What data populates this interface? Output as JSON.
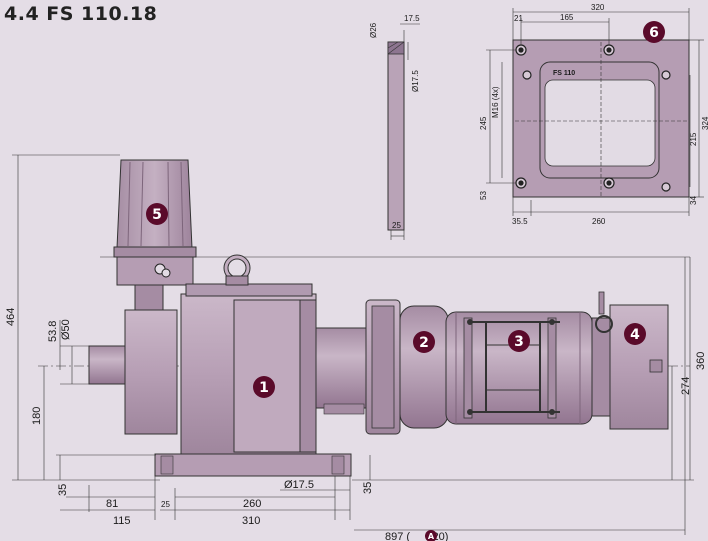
{
  "title": "4.4  FS 110.18",
  "colors": {
    "background": "#e4dde6",
    "body": "#b79fb5",
    "body_dark": "#9b8199",
    "body_light": "#c8b4c6",
    "line": "#333333",
    "badge": "#5a0a2a"
  },
  "plate": {
    "marking": "FS 110"
  },
  "callouts": [
    "1",
    "2",
    "3",
    "4",
    "5",
    "6",
    "A"
  ],
  "dims": {
    "plate_w": "320",
    "plate_hole_x": "165",
    "plate_edge_x": "21",
    "plate_h_right": "324",
    "plate_h_inner": "215",
    "plate_bottom_r": "34",
    "plate_left_h": "245",
    "plate_thread": "M16 (4x)",
    "plate_left_bottom": "53",
    "plate_bottom_l": "35.5",
    "plate_bottom_w": "260",
    "side_d26": "Ø26",
    "side_175": "17.5",
    "side_d175": "Ø17.5",
    "side_25": "25",
    "height_total": "464",
    "shaft_53": "53.8",
    "shaft_d50": "Ø50",
    "shaft_180": "180",
    "foot_35_l": "35",
    "dist_81": "81",
    "dist_115": "115",
    "dist_25": "25",
    "dist_260": "260",
    "dist_310": "310",
    "hole_175": "Ø17.5",
    "foot_35_r": "35",
    "right_274": "274",
    "right_360": "360",
    "length_total_a": "897  (",
    "length_total_b": "+20)"
  }
}
